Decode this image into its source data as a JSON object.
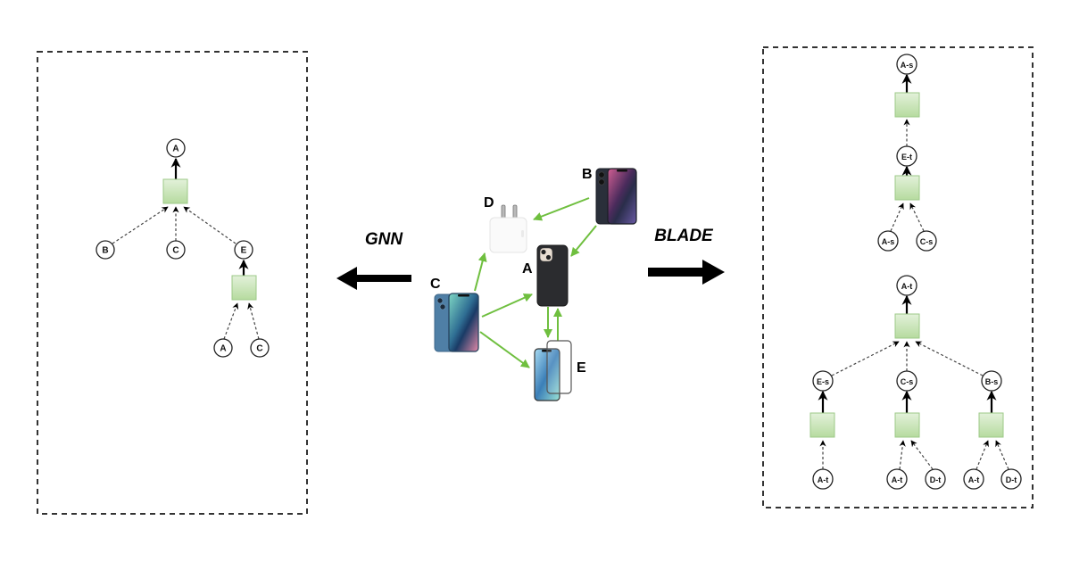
{
  "diagram": {
    "center_graph": {
      "nodes": [
        {
          "id": "A",
          "label": "A",
          "item": "black phone case"
        },
        {
          "id": "B",
          "label": "B",
          "item": "midnight smartphone"
        },
        {
          "id": "C",
          "label": "C",
          "item": "blue smartphone"
        },
        {
          "id": "D",
          "label": "D",
          "item": "white power adapter"
        },
        {
          "id": "E",
          "label": "E",
          "item": "screen protector"
        }
      ],
      "edges": [
        {
          "from": "B",
          "to": "D"
        },
        {
          "from": "B",
          "to": "A"
        },
        {
          "from": "C",
          "to": "D"
        },
        {
          "from": "C",
          "to": "A"
        },
        {
          "from": "C",
          "to": "E"
        },
        {
          "from": "A",
          "to": "E"
        },
        {
          "from": "E",
          "to": "A"
        }
      ],
      "edge_color": "#6fbf3f"
    },
    "left_arrow_label": "GNN",
    "right_arrow_label": "BLADE",
    "gnn_tree": {
      "root": "A",
      "children": [
        {
          "label": "B"
        },
        {
          "label": "C"
        },
        {
          "label": "E",
          "children": [
            {
              "label": "A"
            },
            {
              "label": "C"
            }
          ]
        }
      ]
    },
    "blade_trees": [
      {
        "root": "A-s",
        "children": [
          {
            "label": "E-t",
            "children": [
              {
                "label": "A-s"
              },
              {
                "label": "C-s"
              }
            ]
          }
        ]
      },
      {
        "root": "A-t",
        "children": [
          {
            "label": "E-s",
            "children": [
              {
                "label": "A-t"
              }
            ]
          },
          {
            "label": "C-s",
            "children": [
              {
                "label": "A-t"
              },
              {
                "label": "D-t"
              }
            ]
          },
          {
            "label": "B-s",
            "children": [
              {
                "label": "A-t"
              },
              {
                "label": "D-t"
              }
            ]
          }
        ]
      }
    ],
    "colors": {
      "aggregator_fill_top": "#e3f1da",
      "aggregator_fill_bottom": "#b6db9f",
      "aggregator_stroke": "#9cc987",
      "edge_green": "#6fbf3f",
      "ink": "#000000"
    }
  }
}
